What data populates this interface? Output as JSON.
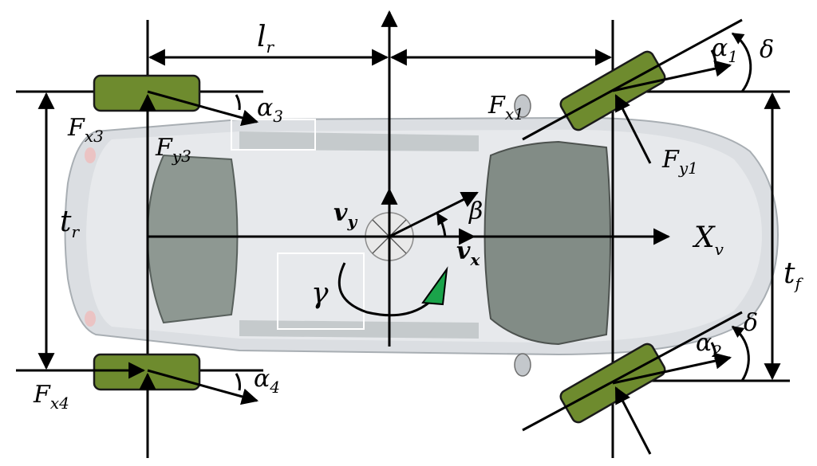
{
  "colors": {
    "tire": "#6e8b2e",
    "tire_edge": "#1a1a1a",
    "car_body": "#d2d6da",
    "car_glass": "#6f7a74",
    "arrow": "#000000",
    "yaw_marker": "#1aa34a"
  },
  "labels": {
    "lr": {
      "main": "l",
      "sub": "r"
    },
    "tr": {
      "main": "t",
      "sub": "r"
    },
    "tf": {
      "main": "t",
      "sub": "f"
    },
    "fx1": {
      "main": "F",
      "sub": "x1"
    },
    "fy1": {
      "main": "F",
      "sub": "y1"
    },
    "fx3": {
      "main": "F",
      "sub": "x3"
    },
    "fy3": {
      "main": "F",
      "sub": "y3"
    },
    "fx4": {
      "main": "F",
      "sub": "x4"
    },
    "alpha1": {
      "main": "α",
      "sub": "1"
    },
    "alpha2": {
      "main": "α",
      "sub": "2"
    },
    "alpha3": {
      "main": "α",
      "sub": "3"
    },
    "alpha4": {
      "main": "α",
      "sub": "4"
    },
    "delta_top": "δ",
    "delta_bottom": "δ",
    "beta": "β",
    "gamma": "γ",
    "vx": {
      "main": "v",
      "sub": "x"
    },
    "vy": {
      "main": "v",
      "sub": "y"
    },
    "xv": {
      "main": "X",
      "sub": "v"
    }
  }
}
